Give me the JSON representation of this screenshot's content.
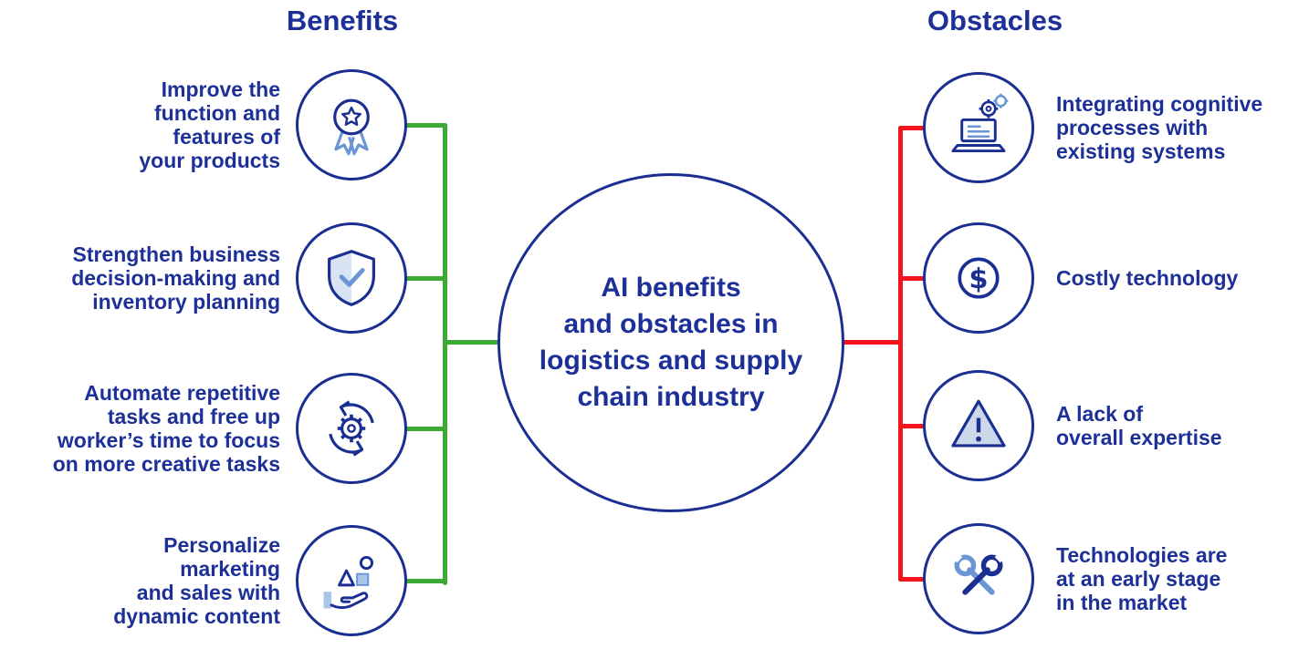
{
  "headers": {
    "benefits": "Benefits",
    "obstacles": "Obstacles"
  },
  "center": {
    "title": "AI benefits\nand obstacles in\nlogistics and supply\nchain industry"
  },
  "benefits": {
    "items": [
      {
        "icon": "award-icon",
        "text": "Improve the\nfunction and\nfeatures of\nyour products"
      },
      {
        "icon": "shield-check-icon",
        "text": "Strengthen business\ndecision-making and\ninventory planning"
      },
      {
        "icon": "automation-icon",
        "text": "Automate repetitive\ntasks and free up\nworker’s time to focus\non more creative tasks"
      },
      {
        "icon": "hand-shapes-icon",
        "text": "Personalize\nmarketing\nand sales with\ndynamic content"
      }
    ]
  },
  "obstacles": {
    "items": [
      {
        "icon": "laptop-gears-icon",
        "text": "Integrating cognitive\nprocesses with\nexisting systems"
      },
      {
        "icon": "dollar-icon",
        "text": "Costly technology"
      },
      {
        "icon": "warning-icon",
        "text": "A lack of\noverall expertise"
      },
      {
        "icon": "tools-icon",
        "text": "Technologies are\nat an early stage\nin the market"
      }
    ]
  },
  "palette": {
    "text_blue": "#1d3097",
    "circle_border": "#1b2f92",
    "benefits_line_green": "#3aaa35",
    "obstacles_line_red": "#f5131d",
    "icon_accent_light_blue": "#6b96d6"
  }
}
